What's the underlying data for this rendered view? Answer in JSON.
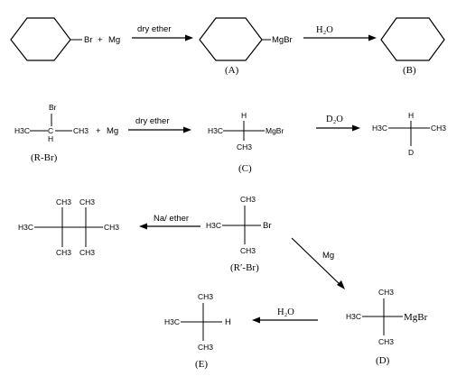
{
  "reaction1": {
    "reactant_sub": "Br",
    "plus": "+",
    "reagent": "Mg",
    "arrow1_label": "dry ether",
    "product_sub": "MgBr",
    "product_id": "(A)",
    "arrow2_label": "H₂O",
    "final_id": "(B)"
  },
  "reaction2": {
    "br": "Br",
    "h3c": "H3C",
    "ch": "C",
    "h": "H",
    "ch3": "CH3",
    "plus": "+",
    "reagent": "Mg",
    "reactant_id": "(R-Br)",
    "arrow1_label": "dry ether",
    "p_h3c": "H3C",
    "p_h": "H",
    "p_mgbr": "MgBr",
    "p_ch3": "CH3",
    "product_id": "(C)",
    "arrow2_label": "D₂O",
    "f_h3c": "H3C",
    "f_h": "H",
    "f_ch3": "CH3",
    "f_d": "D"
  },
  "reaction3": {
    "left_ch3_1": "CH3",
    "left_ch3_2": "CH3",
    "left_h3c": "H3C",
    "left_ch3_right": "CH3",
    "left_ch3_3": "CH3",
    "left_ch3_4": "CH3",
    "arrow_label": "Na/ ether",
    "center_ch3_top": "CH3",
    "center_h3c": "H3C",
    "center_br": "Br",
    "center_ch3_bottom": "CH3",
    "center_id": "(R′-Br)",
    "arrow_mg_label": "Mg",
    "d_ch3_top": "CH3",
    "d_h3c": "H3C",
    "d_mgbr": "MgBr",
    "d_ch3_bottom": "CH3",
    "d_id": "(D)",
    "arrow_h2o_label": "H₂O",
    "e_ch3_top": "CH3",
    "e_h3c": "H3C",
    "e_h": "H",
    "e_ch3_bottom": "CH3",
    "e_id": "(E)"
  }
}
